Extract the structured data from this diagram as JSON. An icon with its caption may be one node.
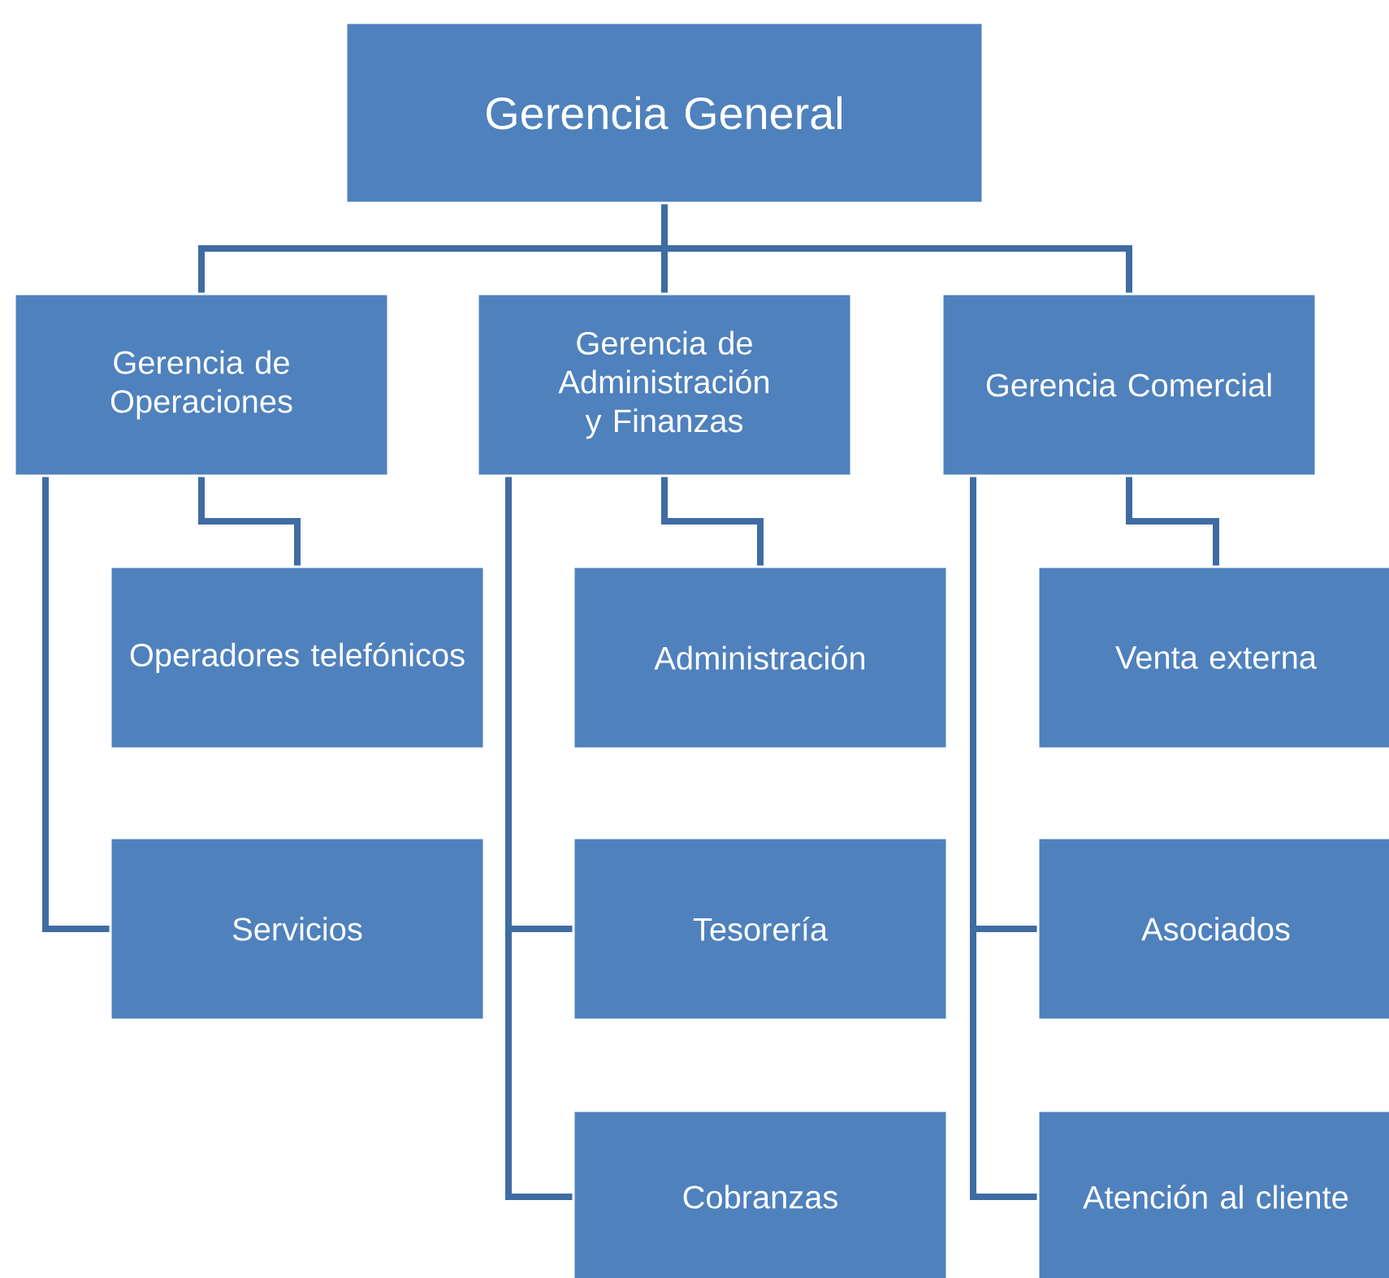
{
  "diagram": {
    "nodes": [
      {
        "text": [
          "Gerencia General"
        ]
      },
      {
        "text": [
          "Gerencia de Operaciones"
        ]
      },
      {
        "text": [
          "Gerencia de Administración y Finanzas"
        ]
      },
      {
        "text": [
          "Gerencia Comercial"
        ]
      },
      {
        "text": [
          "Operadores telefónicos"
        ]
      },
      {
        "text": [
          "Servicios"
        ]
      },
      {
        "text": [
          "Administración"
        ]
      },
      {
        "text": [
          "Tesorería"
        ]
      },
      {
        "text": [
          "Cobranzas"
        ]
      },
      {
        "text": [
          "Venta externa"
        ]
      },
      {
        "text": [
          "Asociados"
        ]
      },
      {
        "text": [
          "Atención al cliente"
        ]
      }
    ],
    "edges": [
      {
        "from": 0,
        "to": 1,
        "arrow": "none"
      },
      {
        "from": 0,
        "to": 2,
        "arrow": "none"
      },
      {
        "from": 0,
        "to": 3,
        "arrow": "none"
      },
      {
        "from": 1,
        "to": 4,
        "arrow": "none"
      },
      {
        "from": 1,
        "to": 5,
        "arrow": "none"
      },
      {
        "from": 2,
        "to": 6,
        "arrow": "none"
      },
      {
        "from": 2,
        "to": 7,
        "arrow": "none"
      },
      {
        "from": 2,
        "to": 8,
        "arrow": "none"
      },
      {
        "from": 3,
        "to": 9,
        "arrow": "none"
      },
      {
        "from": 3,
        "to": 10,
        "arrow": "none"
      },
      {
        "from": 3,
        "to": 11,
        "arrow": "none"
      }
    ]
  }
}
